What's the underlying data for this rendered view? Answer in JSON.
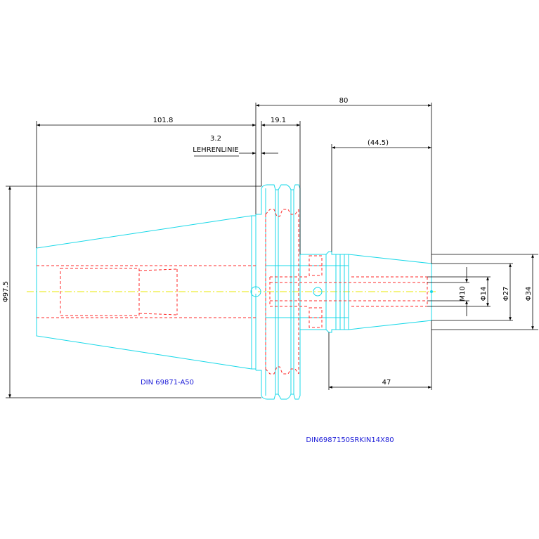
{
  "dimensions": {
    "overall_length": "80",
    "taper_length": "101.8",
    "flange_width": "19.1",
    "gauge_offset": "3.2",
    "gauge_line_label": "LEHRENLINIE",
    "bore_depth": "(44.5)",
    "clamp_length": "47",
    "flange_diameter": "Φ97.5",
    "thread": "M10",
    "bore_diameter": "Φ14",
    "nose_diameter_small": "Φ27",
    "nose_diameter_large": "Φ34"
  },
  "labels": {
    "taper_standard": "DIN 69871-A50",
    "part_number": "DIN6987150SRKIN14X80"
  },
  "colors": {
    "outline": "#18d8e8",
    "hidden": "#ff2a2a",
    "dimension": "#000000",
    "centerline": "#e8e800",
    "text_label": "#1c1cd8"
  }
}
